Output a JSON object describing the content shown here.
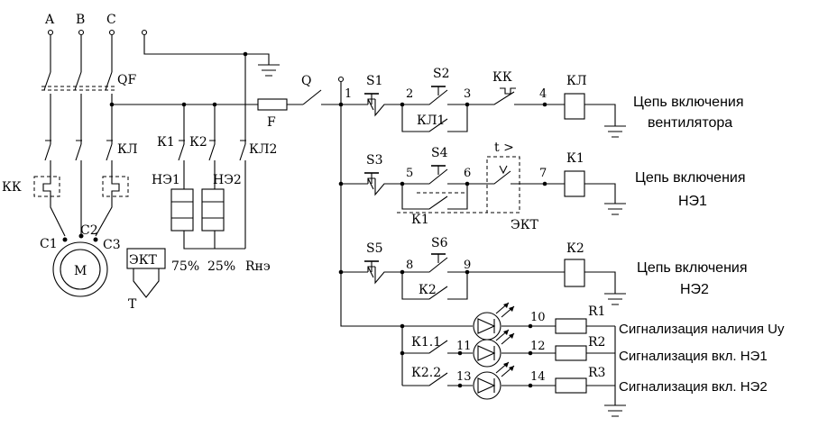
{
  "phases": {
    "a": "A",
    "b": "B",
    "c": "C"
  },
  "power": {
    "qf": "QF",
    "q": "Q",
    "f": "F",
    "kk": "КК",
    "kl": "КЛ",
    "c1": "С1",
    "c2": "С2",
    "c3": "С3",
    "motor": "М",
    "ekt": "ЭКТ",
    "t": "Т",
    "k1": "К1",
    "k2": "К2",
    "kl2": "КЛ2",
    "ne1": "НЭ1",
    "ne2": "НЭ2",
    "pct75": "75%",
    "pct25": "25%",
    "rne": "Rнэ"
  },
  "nodes": [
    "1",
    "2",
    "3",
    "4",
    "5",
    "6",
    "7",
    "8",
    "9",
    "10",
    "11",
    "12",
    "13",
    "14"
  ],
  "control": {
    "s1": "S1",
    "s2": "S2",
    "s3": "S3",
    "s4": "S4",
    "s5": "S5",
    "s6": "S6",
    "kl1": "КЛ1",
    "kk": "КК",
    "kl_coil": "КЛ",
    "k1_contact": "К1",
    "k1_coil": "К1",
    "k2_contact": "К2",
    "k2_coil": "К2",
    "t_relay": "t >",
    "ekt": "ЭКТ",
    "k1_1": "К1.1",
    "k2_2": "К2.2",
    "r1": "R1",
    "r2": "R2",
    "r3": "R3"
  },
  "labels": {
    "fan_line1": "Цепь включения",
    "fan_line2": "вентилятора",
    "ne1_line1": "Цепь включения",
    "ne1_line2": "НЭ1",
    "ne2_line1": "Цепь включения",
    "ne2_line2": "НЭ2",
    "sig1": "Сигнализация  наличия Uy",
    "sig2": "Сигнализация вкл. НЭ1",
    "sig3": "Сигнализация  вкл. НЭ2"
  }
}
